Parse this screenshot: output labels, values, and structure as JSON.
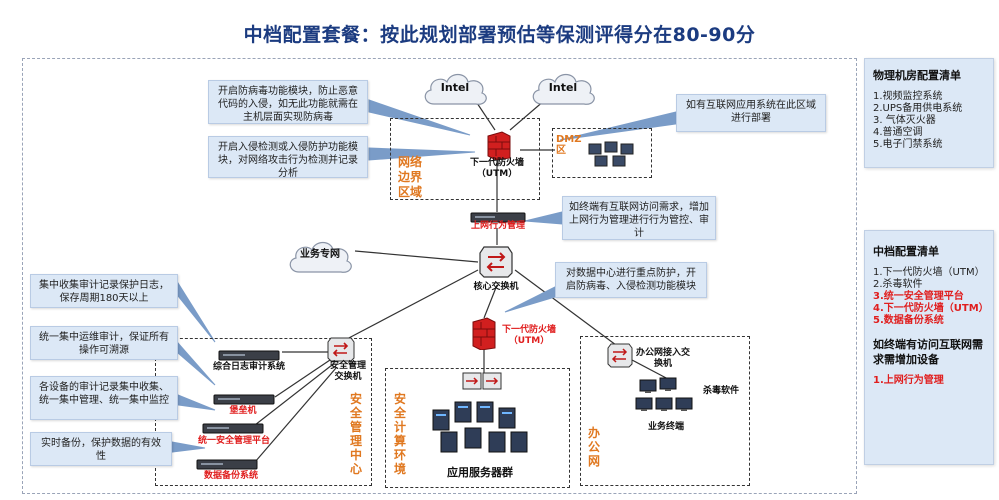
{
  "title": "中档配置套餐：按此规划部署预估等保测评得分在80-90分",
  "clouds": {
    "left": "Intel",
    "right": "Intel",
    "business": "业务专网"
  },
  "notes": {
    "antivirus": "开启防病毒功能模块，防止恶意代码的入侵，如无此功能就需在主机层面实现防病毒",
    "ids": "开启入侵检测或入侵防护功能模块，对网络攻击行为检测并记录分析",
    "dmz_app": "如有互联网应用系统在此区域进行部署",
    "internet_access": "如终端有互联网访问需求，增加上网行为管理进行行为管控、审计",
    "dc_protect": "对数据中心进行重点防护，开启防病毒、入侵检测功能模块",
    "log_audit": "集中收集审计记录保护日志，保存周期180天以上",
    "ops_audit": "统一集中运维审计，保证所有操作可溯源",
    "central_mgmt": "各设备的审计记录集中收集、统一集中管理、统一集中监控",
    "backup": "实时备份，保护数据的有效性"
  },
  "zones": {
    "border": "网络边界区域",
    "dmz": "DMZ区",
    "security_mgmt": "安全管理中心",
    "secure_compute": "安全计算环境",
    "office": "办公网"
  },
  "labels": {
    "utm_top": "下一代防火墙（UTM）",
    "behavior_mgmt": "上网行为管理",
    "core_switch": "核心交换机",
    "utm_mid": "下一代防火墙（UTM）",
    "log_audit_sys": "综合日志审计系统",
    "bastion": "堡垒机",
    "mgmt_platform": "统一安全管理平台",
    "backup_sys": "数据备份系统",
    "sec_mgmt_switch": "安全管理交换机",
    "app_servers": "应用服务器群",
    "office_switch": "办公网接入交换机",
    "antivirus_sw": "杀毒软件",
    "terminals": "业务终端"
  },
  "physical_panel": {
    "heading": "物理机房配置清单",
    "items": [
      "1.视频监控系统",
      "2.UPS备用供电系统",
      "3. 气体灭火器",
      "4.普通空调",
      "5.电子门禁系统"
    ]
  },
  "mid_panel": {
    "heading": "中档配置清单",
    "items": [
      {
        "text": "1.下一代防火墙（UTM）",
        "red": false
      },
      {
        "text": "2.杀毒软件",
        "red": false
      },
      {
        "text": "3.统一安全管理平台",
        "red": true
      },
      {
        "text": "4.下一代防火墙（UTM）",
        "red": true
      },
      {
        "text": "5.数据备份系统",
        "red": true
      }
    ],
    "subheading": "如终端有访问互联网需求需增加设备",
    "extra": "1.上网行为管理"
  },
  "colors": {
    "title": "#1b3b80",
    "accent_orange": "#e07820",
    "alert_red": "#e01e1e",
    "note_bg": "#dce8f6"
  }
}
